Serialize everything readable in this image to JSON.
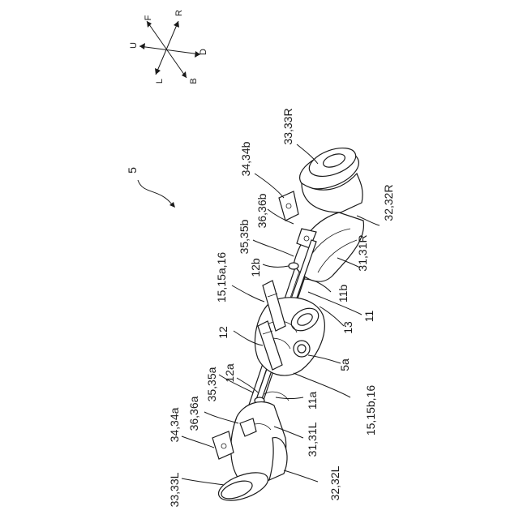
{
  "compass": {
    "f": "F",
    "r": "R",
    "u": "U",
    "d": "D",
    "l": "L",
    "b": "B"
  },
  "labels": {
    "assembly": "5",
    "r_34": "34,34b",
    "r_33": "33,33R",
    "r_32": "32,32R",
    "r_31": "31,31R",
    "r_36": "36,36b",
    "r_35": "35,35b",
    "r_12b": "12b",
    "r_11b": "11b",
    "r_11": "11",
    "r_13": "13",
    "r_15": "15,15a,16",
    "c_12": "12",
    "c_5a": "5a",
    "c_15b": "15,15b,16",
    "l_35": "35,35a",
    "l_12a": "12a",
    "l_11a": "11a",
    "l_36": "36,36a",
    "l_34": "34,34a",
    "l_31": "31,31L",
    "l_33": "33,33L",
    "l_32": "32,32L"
  }
}
